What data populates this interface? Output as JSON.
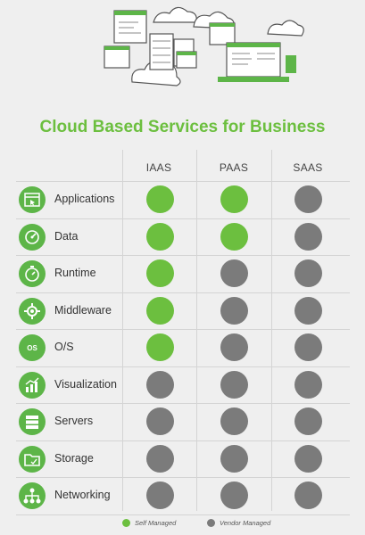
{
  "title": "Cloud Based Services for Business",
  "columns": [
    "IAAS",
    "PAAS",
    "SAAS"
  ],
  "colors": {
    "self": "#6cbf3f",
    "vendor": "#7b7b7b",
    "accent": "#5db548"
  },
  "rows": [
    {
      "label": "Applications",
      "icon": "app-window-icon",
      "states": [
        "self",
        "self",
        "vendor"
      ]
    },
    {
      "label": "Data",
      "icon": "data-gauge-icon",
      "states": [
        "self",
        "self",
        "vendor"
      ]
    },
    {
      "label": "Runtime",
      "icon": "stopwatch-icon",
      "states": [
        "self",
        "vendor",
        "vendor"
      ]
    },
    {
      "label": "Middleware",
      "icon": "gear-network-icon",
      "states": [
        "self",
        "vendor",
        "vendor"
      ]
    },
    {
      "label": "O/S",
      "icon": "os-icon",
      "states": [
        "self",
        "vendor",
        "vendor"
      ]
    },
    {
      "label": "Visualization",
      "icon": "chart-icon",
      "states": [
        "vendor",
        "vendor",
        "vendor"
      ]
    },
    {
      "label": "Servers",
      "icon": "server-icon",
      "states": [
        "vendor",
        "vendor",
        "vendor"
      ]
    },
    {
      "label": "Storage",
      "icon": "folder-icon",
      "states": [
        "vendor",
        "vendor",
        "vendor"
      ]
    },
    {
      "label": "Networking",
      "icon": "network-icon",
      "states": [
        "vendor",
        "vendor",
        "vendor"
      ]
    }
  ],
  "legend": {
    "self": "Self Managed",
    "vendor": "Vendor Managed"
  },
  "icon_texts": {
    "os": "OS"
  }
}
